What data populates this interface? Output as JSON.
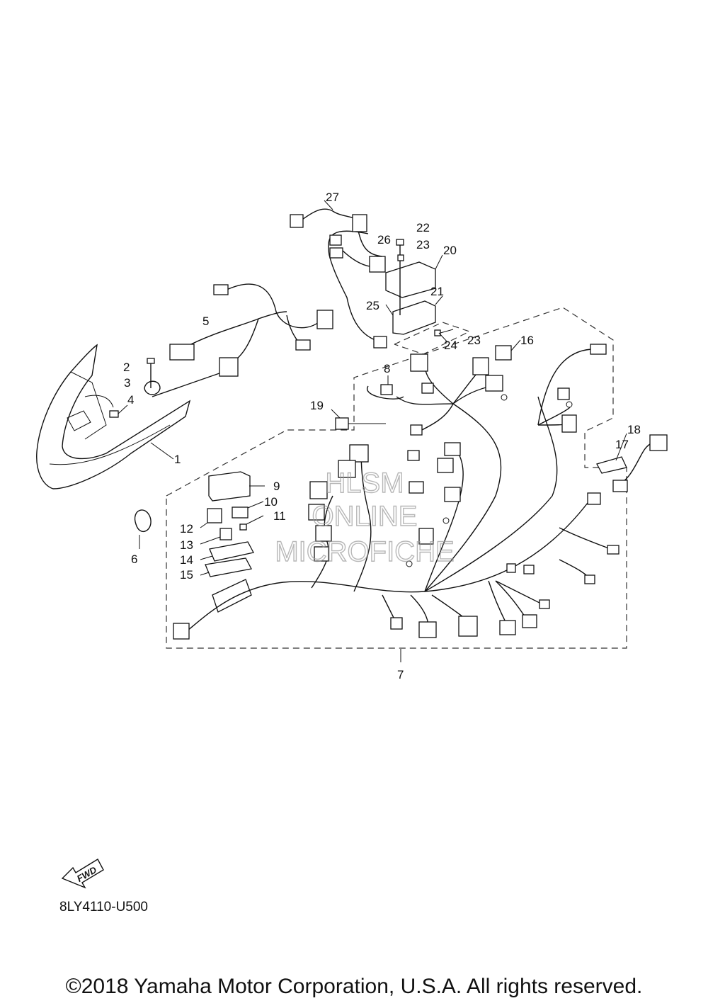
{
  "diagram": {
    "callouts": [
      {
        "id": "1",
        "label": "1"
      },
      {
        "id": "2",
        "label": "2"
      },
      {
        "id": "3",
        "label": "3"
      },
      {
        "id": "4",
        "label": "4"
      },
      {
        "id": "5",
        "label": "5"
      },
      {
        "id": "6",
        "label": "6"
      },
      {
        "id": "7",
        "label": "7"
      },
      {
        "id": "8",
        "label": "8"
      },
      {
        "id": "9",
        "label": "9"
      },
      {
        "id": "10",
        "label": "10"
      },
      {
        "id": "11",
        "label": "11"
      },
      {
        "id": "12",
        "label": "12"
      },
      {
        "id": "13",
        "label": "13"
      },
      {
        "id": "14",
        "label": "14"
      },
      {
        "id": "15",
        "label": "15"
      },
      {
        "id": "16",
        "label": "16"
      },
      {
        "id": "17",
        "label": "17"
      },
      {
        "id": "18",
        "label": "18"
      },
      {
        "id": "19",
        "label": "19"
      },
      {
        "id": "20",
        "label": "20"
      },
      {
        "id": "21",
        "label": "21"
      },
      {
        "id": "22",
        "label": "22"
      },
      {
        "id": "23a",
        "label": "23"
      },
      {
        "id": "23b",
        "label": "23"
      },
      {
        "id": "24",
        "label": "24"
      },
      {
        "id": "25",
        "label": "25"
      },
      {
        "id": "26",
        "label": "26"
      },
      {
        "id": "27",
        "label": "27"
      }
    ],
    "watermark": {
      "line1": "HLSM",
      "line2": "ONLINE",
      "line3": "MICROFICHE"
    },
    "fwd_label": "FWD",
    "part_code": "8LY4110-U500"
  },
  "footer": {
    "copyright": "©2018 Yamaha Motor Corporation, U.S.A. All rights reserved."
  }
}
